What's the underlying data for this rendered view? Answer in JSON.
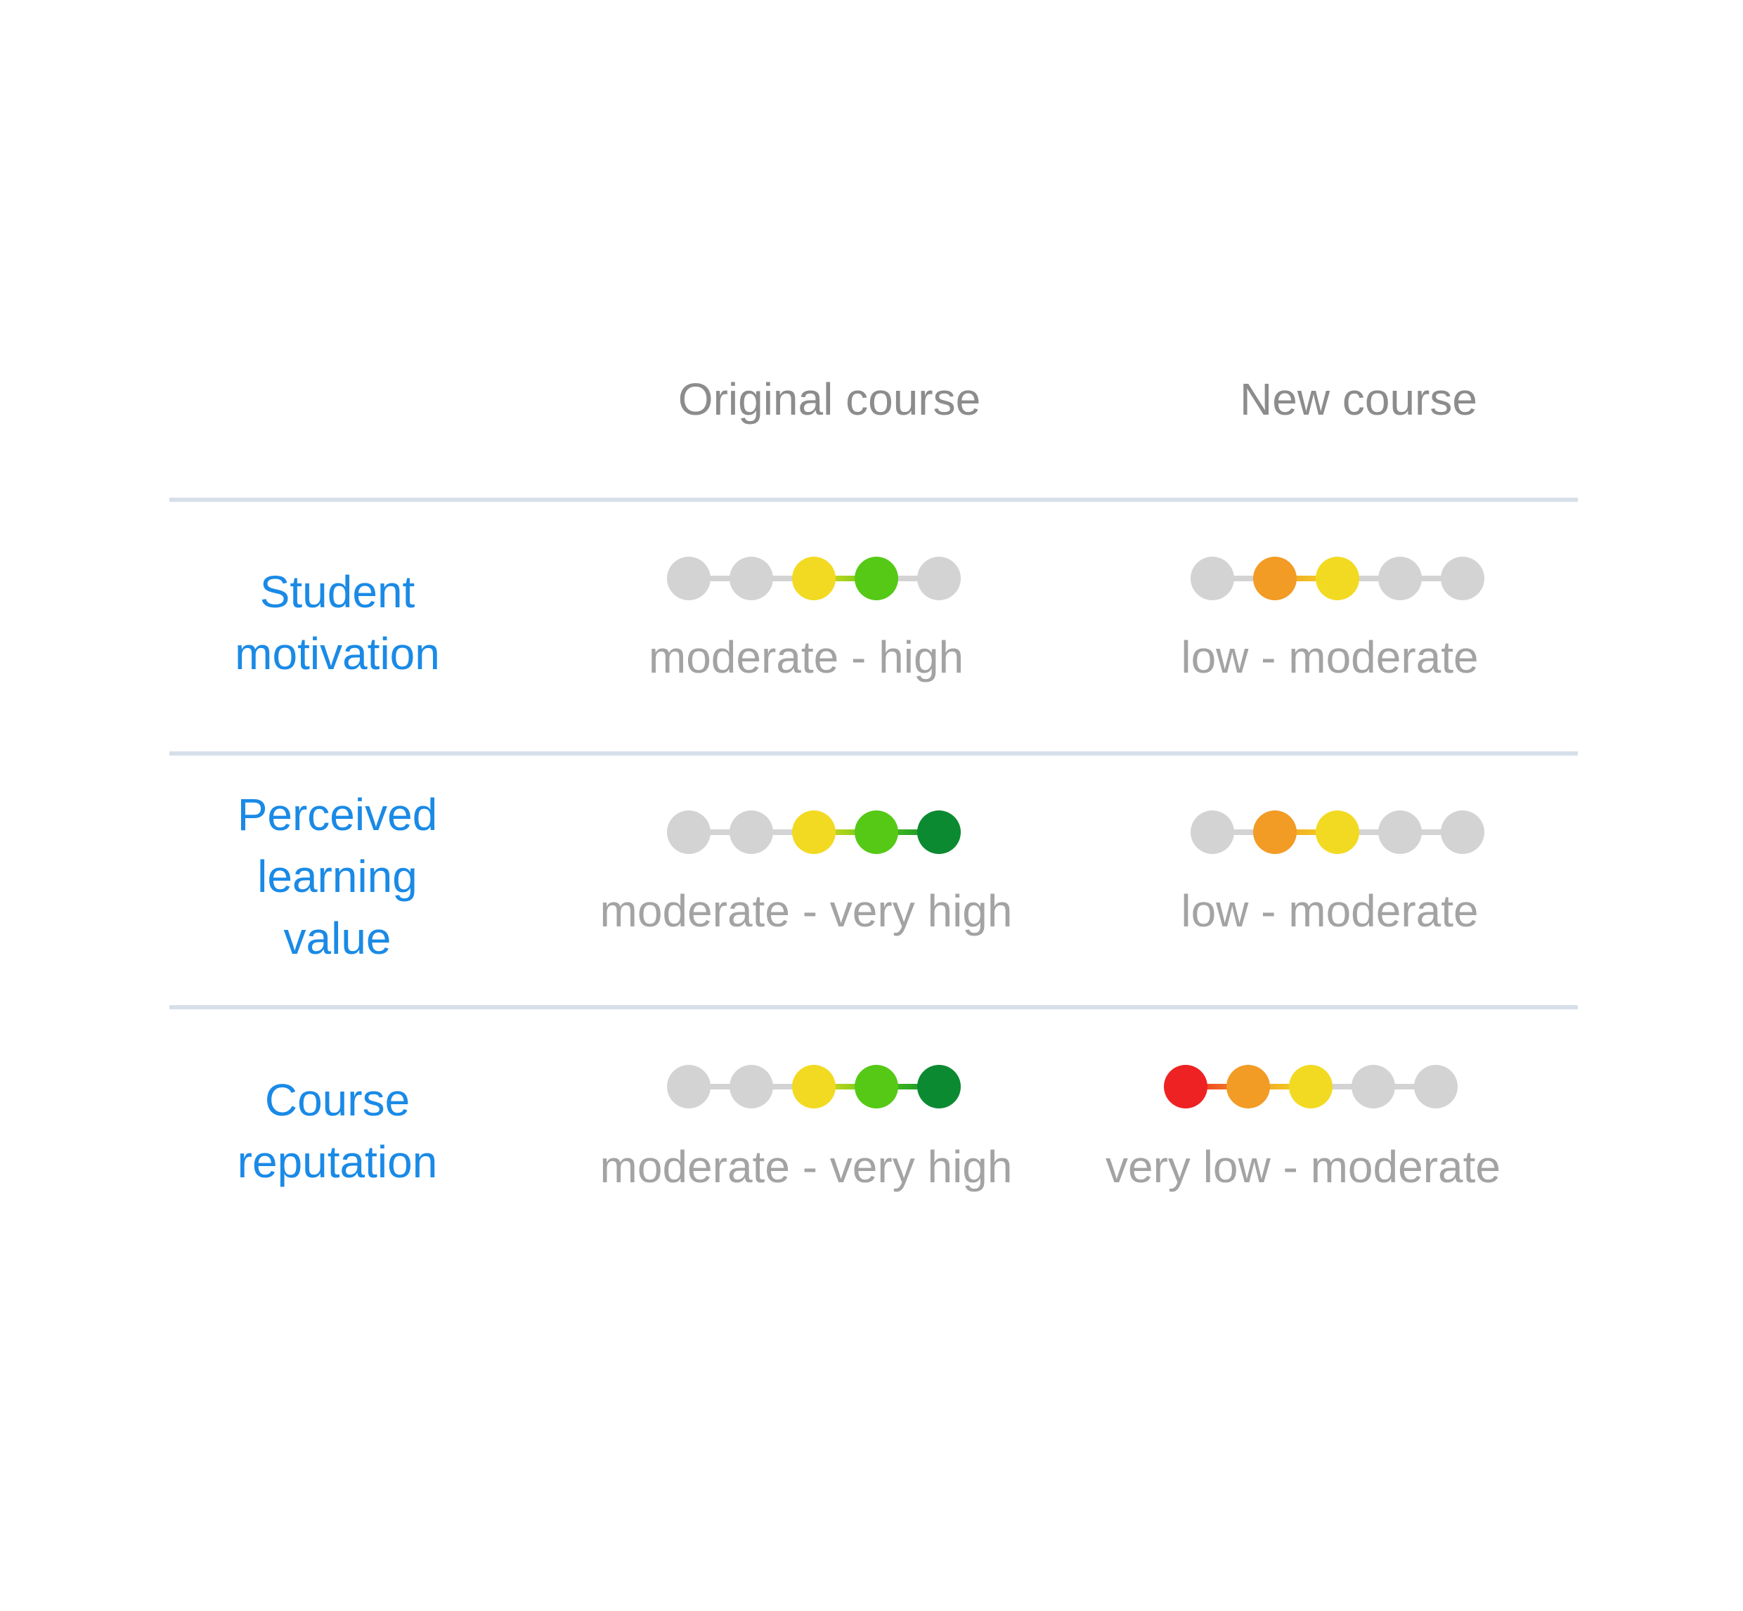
{
  "columns": {
    "original": "Original course",
    "new": "New course"
  },
  "colors": {
    "inactive": "#d3d3d3",
    "level_1": "#ee2222",
    "level_2": "#f29b25",
    "level_3": "#f2da22",
    "level_4": "#55c916",
    "level_5": "#0c8a31",
    "label": "#1a8ae6",
    "muted_text": "#a3a3a3",
    "header_text": "#8c8c8c",
    "divider": "#d6dfe9"
  },
  "scale_max": 5,
  "rows": [
    {
      "label_lines": [
        "Student",
        "motivation"
      ],
      "original": {
        "range_text": "moderate - high",
        "from": 3,
        "to": 4
      },
      "new": {
        "range_text": "low - moderate",
        "from": 2,
        "to": 3
      }
    },
    {
      "label_lines": [
        "Perceived",
        "learning",
        "value"
      ],
      "original": {
        "range_text": "moderate - very high",
        "from": 3,
        "to": 5
      },
      "new": {
        "range_text": "low - moderate",
        "from": 2,
        "to": 3
      }
    },
    {
      "label_lines": [
        "Course",
        "reputation"
      ],
      "original": {
        "range_text": "moderate - very high",
        "from": 3,
        "to": 5
      },
      "new": {
        "range_text": "very low - moderate",
        "from": 1,
        "to": 3
      }
    }
  ]
}
